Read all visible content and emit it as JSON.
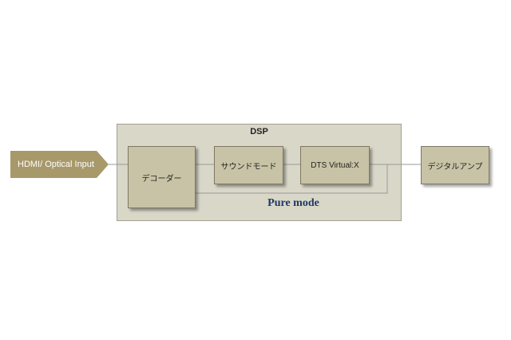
{
  "diagram": {
    "input": {
      "label": "HDMI/ Optical Input"
    },
    "dsp": {
      "title": "DSP",
      "decoder": {
        "label": "デコーダー"
      },
      "sound_mode": {
        "label": "サウンドモード"
      },
      "dts_virtual_x": {
        "label": "DTS Virtual:X"
      },
      "bypass": {
        "label": "Pure mode"
      }
    },
    "output": {
      "label": "デジタルアンプ"
    }
  },
  "colors": {
    "input_arrow": "#a8996b",
    "dsp_background": "#d9d7c8",
    "block_fill": "#c8c3a6",
    "pure_mode_text": "#1f3864",
    "wire": "#9a9a9a"
  }
}
